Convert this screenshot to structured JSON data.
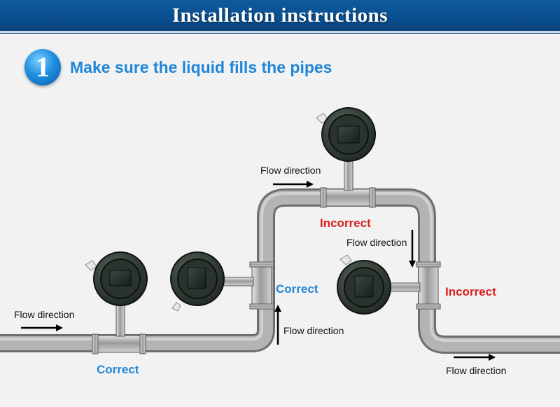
{
  "header": {
    "title": "Installation instructions"
  },
  "step": {
    "number": "1",
    "text": "Make sure the liquid fills the pipes"
  },
  "labels": {
    "flow_direction": "Flow direction",
    "correct": "Correct",
    "incorrect": "Incorrect"
  },
  "colors": {
    "banner": "#0a4f8f",
    "accent_blue": "#1f86d8",
    "incorrect_red": "#d81e1e",
    "pipe": "#a6a6a6",
    "meter_body": "#2f3a32"
  },
  "icons": [
    "arrow-right-icon",
    "arrow-up-icon",
    "arrow-down-icon",
    "flow-meter-icon"
  ]
}
